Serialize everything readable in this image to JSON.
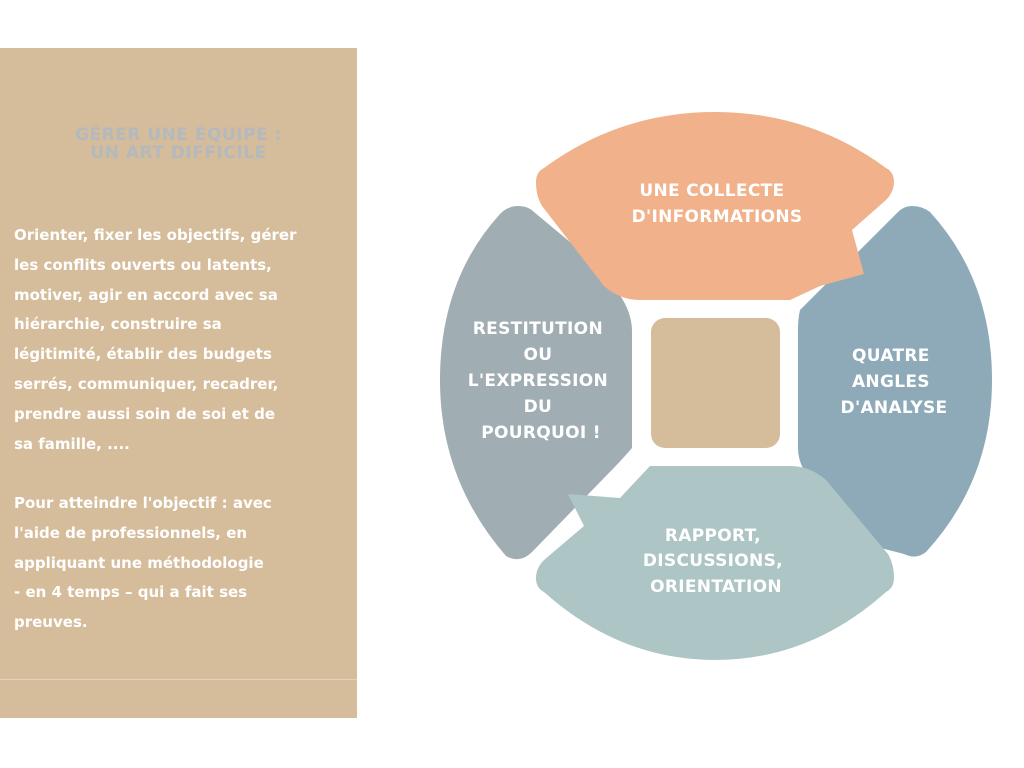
{
  "panel": {
    "title_lines": [
      "GÉRER UNE ÉQUIPE :",
      "UN ART DIFFICILE"
    ],
    "paragraph1_lines": [
      "Orienter, fixer les objectifs, gérer",
      "les conflits ouverts ou latents,",
      "motiver, agir en accord avec sa",
      "hiérarchie, construire sa",
      "légitimité, établir des budgets",
      "serrés, communiquer, recadrer,",
      "prendre aussi soin de soi et de",
      "sa famille, ...."
    ],
    "paragraph2_lines": [
      "Pour atteindre l'objectif : avec",
      "l'aide de professionnels, en",
      "appliquant une méthodologie",
      "- en 4 temps – qui a fait ses",
      "preuves."
    ]
  },
  "cycle": {
    "top": {
      "lines": [
        "UNE COLLECTE",
        "D'INFORMATIONS"
      ],
      "color": "#f0b18b"
    },
    "right": {
      "lines": [
        "QUATRE",
        "ANGLES",
        "D'ANALYSE"
      ],
      "color": "#8ea9b8"
    },
    "bottom": {
      "lines": [
        "RAPPORT,",
        "DISCUSSIONS,",
        "ORIENTATION"
      ],
      "color": "#adc5c5"
    },
    "left": {
      "lines": [
        "RESTITUTION",
        "OU",
        "L'EXPRESSION",
        "DU",
        "POURQUOI !"
      ],
      "color": "#a0adb3"
    },
    "center_color": "#d5bc9b"
  },
  "colors": {
    "panel_bg": "#d5bc9b",
    "title": "#b3b9bd",
    "text": "#ffffff"
  }
}
